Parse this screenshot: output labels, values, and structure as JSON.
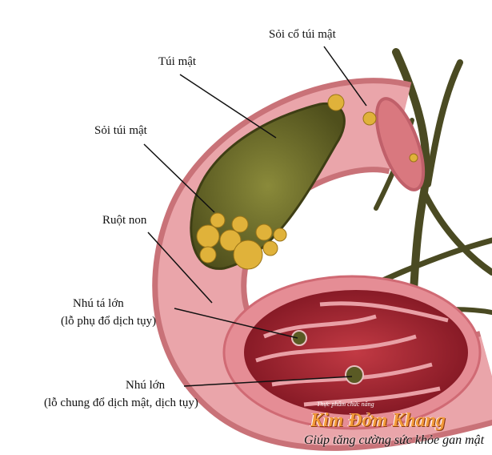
{
  "labels": {
    "gallbladder_neck_stone": "Sỏi cổ túi mật",
    "gallbladder": "Túi mật",
    "gallstones": "Sỏi túi mật",
    "small_intestine": "Ruột non",
    "minor_papilla": "Nhú tá lớn",
    "minor_papilla_note": "(lỗ phụ đổ dịch tụy)",
    "major_papilla": "Nhú lớn",
    "major_papilla_note": "(lỗ chung đổ dịch mật, dịch tụy)"
  },
  "watermark": {
    "category": "Thực phẩm chức năng",
    "brand": "Kim Đởm Khang",
    "tagline": "Giúp tăng cường sức khỏe gan mật"
  },
  "colors": {
    "intestine": "#e9a3a8",
    "gallbladder": "#6f6f2a",
    "stones": "#e0b23a",
    "mucosa": "#9e1f2a",
    "brand": "#f39a3a"
  }
}
